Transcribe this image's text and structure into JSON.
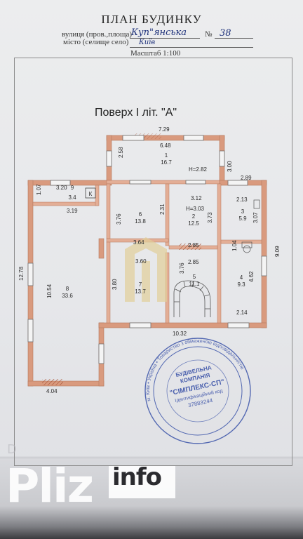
{
  "header": {
    "title": "ПЛАН БУДИНКУ",
    "street_label": "вулиця (пров.,площа)",
    "street_value": "Куп\"янська",
    "number_label": "№",
    "number_value": "38",
    "city_label": "місто (селище село)",
    "city_value": "Київ",
    "scale": "Масштаб 1:100"
  },
  "floor_title": "Поверх I  літ. \"А\"",
  "rooms": [
    {
      "num": "1",
      "area": "16.7",
      "height": "H=2.82"
    },
    {
      "num": "2",
      "area": "12.5",
      "height": "H=3.03"
    },
    {
      "num": "3",
      "area": "5.9"
    },
    {
      "num": "4",
      "area": "9.3"
    },
    {
      "num": "5",
      "area": "11.1"
    },
    {
      "num": "6",
      "area": "13.8"
    },
    {
      "num": "7",
      "area": "13.7"
    },
    {
      "num": "8",
      "area": "33.6"
    },
    {
      "num": "9",
      "area": "3.4"
    }
  ],
  "kitchen_mark": "К",
  "dimensions": {
    "top_outer": "7.29",
    "top_inner": "6.48",
    "r1_left": "2.58",
    "r1_right": "3.00",
    "right_top": "2.89",
    "r9_width": "3.20",
    "r9_height": "1.07",
    "r8_width": "3.19",
    "r8_outer": "12.78",
    "r8_inner": "10.54",
    "r8_bottom": "4.04",
    "r6_height": "3.76",
    "r6_wall": "2.31",
    "r2_width": "3.12",
    "r2_height": "3.73",
    "r3_width": "2.13",
    "r3_height": "3.07",
    "right_outer": "9.09",
    "small_wall": "1.04",
    "mid_a": "3.64",
    "mid_b": "2.85",
    "r7_width": "3.60",
    "r5_width": "2.85",
    "r5_height": "3.76",
    "r7_height": "3.80",
    "r4_height": "4.62",
    "r4_width": "2.14",
    "bottom": "10.32"
  },
  "stamp": {
    "line1": "БУДІВЕЛЬНА",
    "line2": "КОМПАНІЯ",
    "line3": "\"СІМПЛЕКС-СП\"",
    "line4": "Ідентифікаційний код",
    "line5": "37883244",
    "ring": "м. Київ • Україна • Товариство з обмеженою відповідальністю"
  },
  "watermark": {
    "brand": "Pliz",
    "suffix": "info",
    "faint": "D"
  },
  "colors": {
    "wall": "#d99a7e",
    "wall_dark": "#c47e62",
    "ink": "#2b2b2b",
    "stamp": "#3a52a8",
    "logo": "#e2cf99"
  }
}
